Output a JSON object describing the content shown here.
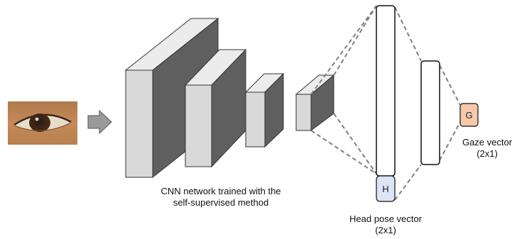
{
  "labels": {
    "cnn_line1": "CNN network trained with the",
    "cnn_line2": "self-supervised method",
    "head_line1": "Head pose vector",
    "head_line2": "(2x1)",
    "gaze_line1": "Gaze vector",
    "gaze_line2": "(2x1)"
  },
  "nodes": {
    "head_letter": "H",
    "gaze_letter": "G"
  },
  "colors": {
    "head_node_fill": "#dbe5f5",
    "gaze_node_fill": "#f7c9a9",
    "block_front": "#d9d9d9",
    "block_top": "#ececec",
    "block_side": "#5f5f5f",
    "dashed_line": "#808080"
  }
}
